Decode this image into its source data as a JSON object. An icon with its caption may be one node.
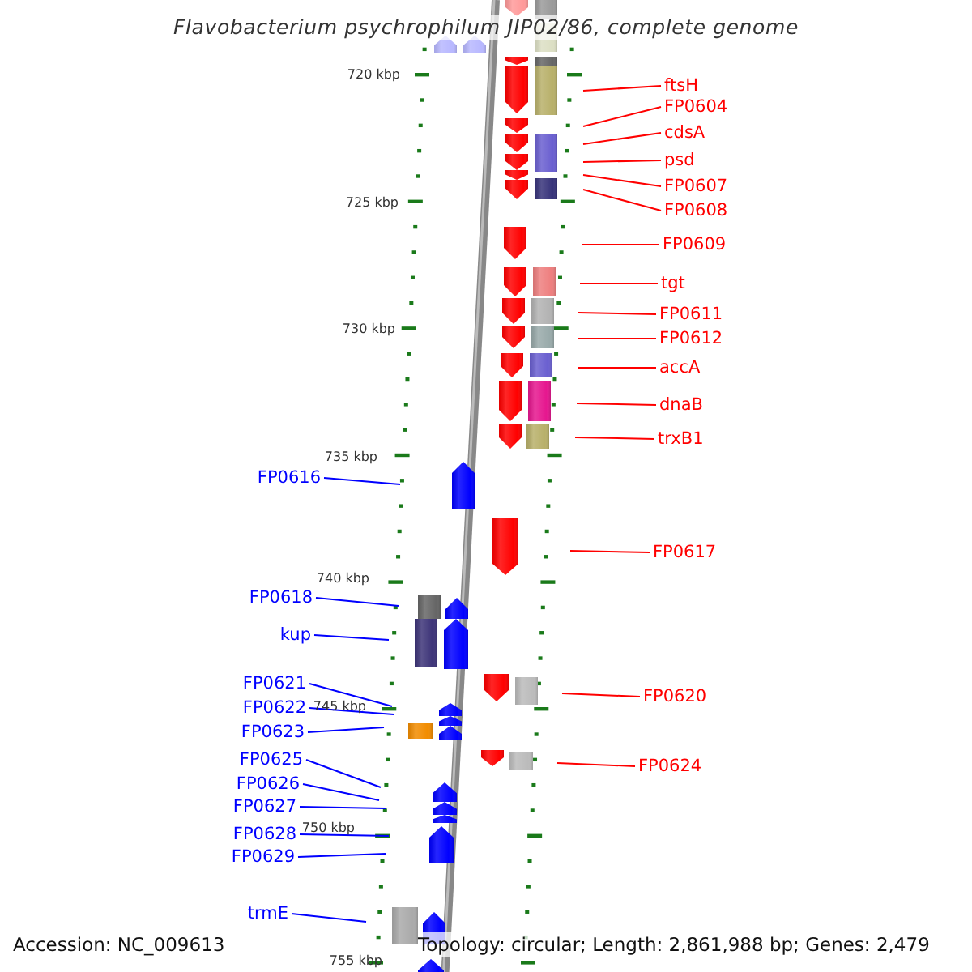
{
  "diagram": {
    "title": "Flavobacterium psychrophilum JIP02/86, complete genome",
    "nodes": [
      {
        "text": [
          "ftsH"
        ]
      },
      {
        "text": [
          "FP0604"
        ]
      },
      {
        "text": [
          "cdsA"
        ]
      },
      {
        "text": [
          "psd"
        ]
      },
      {
        "text": [
          "FP0607"
        ]
      },
      {
        "text": [
          "FP0608"
        ]
      },
      {
        "text": [
          "FP0609"
        ]
      },
      {
        "text": [
          "tgt"
        ]
      },
      {
        "text": [
          "FP0611"
        ]
      },
      {
        "text": [
          "FP0612"
        ]
      },
      {
        "text": [
          "accA"
        ]
      },
      {
        "text": [
          "dnaB"
        ]
      },
      {
        "text": [
          "trxB1"
        ]
      },
      {
        "text": [
          "FP0617"
        ]
      },
      {
        "text": [
          "FP0620"
        ]
      },
      {
        "text": [
          "FP0624"
        ]
      },
      {
        "text": [
          "FP0616"
        ]
      },
      {
        "text": [
          "FP0618"
        ]
      },
      {
        "text": [
          "kup"
        ]
      },
      {
        "text": [
          "FP0621"
        ]
      },
      {
        "text": [
          "FP0622"
        ]
      },
      {
        "text": [
          "FP0623"
        ]
      },
      {
        "text": [
          "FP0625"
        ]
      },
      {
        "text": [
          "FP0626"
        ]
      },
      {
        "text": [
          "FP0627"
        ]
      },
      {
        "text": [
          "FP0628"
        ]
      },
      {
        "text": [
          "FP0629"
        ]
      },
      {
        "text": [
          "trmE"
        ]
      }
    ],
    "edges": [
      {
        "from": 0,
        "to": null,
        "arrow": "none"
      },
      {
        "from": 1,
        "to": null,
        "arrow": "none"
      },
      {
        "from": 2,
        "to": null,
        "arrow": "none"
      },
      {
        "from": 3,
        "to": null,
        "arrow": "none"
      },
      {
        "from": 4,
        "to": null,
        "arrow": "none"
      },
      {
        "from": 5,
        "to": null,
        "arrow": "none"
      },
      {
        "from": 6,
        "to": null,
        "arrow": "none"
      },
      {
        "from": 7,
        "to": null,
        "arrow": "none"
      },
      {
        "from": 8,
        "to": null,
        "arrow": "none"
      },
      {
        "from": 9,
        "to": null,
        "arrow": "none"
      },
      {
        "from": 10,
        "to": null,
        "arrow": "none"
      },
      {
        "from": 11,
        "to": null,
        "arrow": "none"
      },
      {
        "from": 12,
        "to": null,
        "arrow": "none"
      },
      {
        "from": 13,
        "to": null,
        "arrow": "none"
      },
      {
        "from": 14,
        "to": null,
        "arrow": "none"
      },
      {
        "from": 15,
        "to": null,
        "arrow": "none"
      },
      {
        "from": 16,
        "to": null,
        "arrow": "none",
        "color": "#0000ff"
      },
      {
        "from": 17,
        "to": null,
        "arrow": "none",
        "color": "#0000ff"
      },
      {
        "from": 18,
        "to": null,
        "arrow": "none",
        "color": "#0000ff"
      },
      {
        "from": 19,
        "to": null,
        "arrow": "none",
        "color": "#0000ff"
      },
      {
        "from": 20,
        "to": null,
        "arrow": "none",
        "color": "#0000ff"
      },
      {
        "from": 21,
        "to": null,
        "arrow": "none",
        "color": "#0000ff"
      },
      {
        "from": 22,
        "to": null,
        "arrow": "none",
        "color": "#0000ff"
      },
      {
        "from": 23,
        "to": null,
        "arrow": "none",
        "color": "#0000ff"
      },
      {
        "from": 24,
        "to": null,
        "arrow": "none",
        "color": "#0000ff"
      },
      {
        "from": 25,
        "to": null,
        "arrow": "none",
        "color": "#0000ff"
      },
      {
        "from": 26,
        "to": null,
        "arrow": "none",
        "color": "#0000ff"
      },
      {
        "from": 27,
        "to": null,
        "arrow": "none",
        "color": "#0000ff"
      }
    ],
    "labels": [
      "720 kbp",
      "725 kbp",
      "730 kbp",
      "735 kbp",
      "740 kbp",
      "745 kbp",
      "750 kbp",
      "755 kbp",
      "Accession: NC_009613",
      "Topology: circular; Length: 2,861,988 bp; Genes: 2,479"
    ]
  }
}
